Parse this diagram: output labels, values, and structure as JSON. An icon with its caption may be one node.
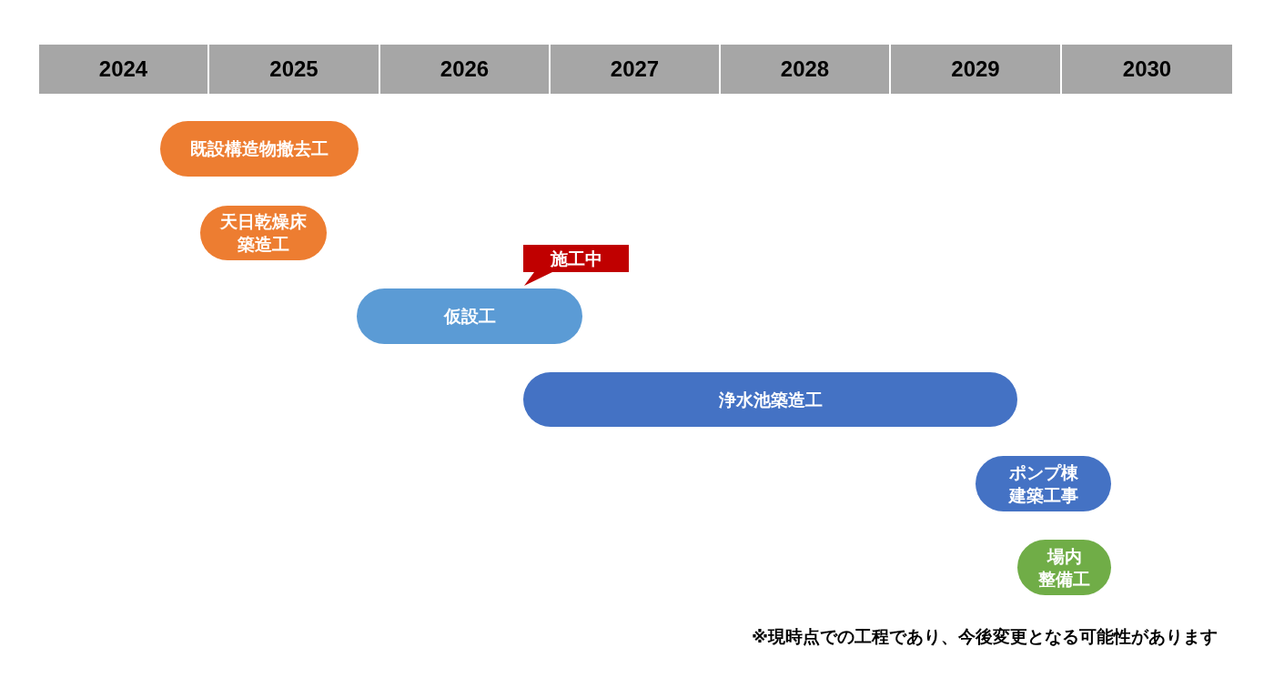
{
  "diagram": {
    "nodes": [
      {
        "text": [
          "2024"
        ]
      },
      {
        "text": [
          "2025"
        ]
      },
      {
        "text": [
          "2026"
        ]
      },
      {
        "text": [
          "2027"
        ]
      },
      {
        "text": [
          "2028"
        ]
      },
      {
        "text": [
          "2029"
        ]
      },
      {
        "text": [
          "2030"
        ]
      },
      {
        "text": [
          "既設構造物撤去工"
        ]
      },
      {
        "text": [
          "天日乾燥床築造工"
        ]
      },
      {
        "text": [
          "施工中"
        ]
      },
      {
        "text": [
          "仮設工"
        ]
      },
      {
        "text": [
          "浄水池築造工"
        ]
      },
      {
        "text": [
          "ポンプ棟建築工事"
        ]
      },
      {
        "text": [
          "場内整備工"
        ]
      }
    ],
    "labels": [
      "※現時点での工程であり、今後変更となる可能性があります"
    ]
  }
}
